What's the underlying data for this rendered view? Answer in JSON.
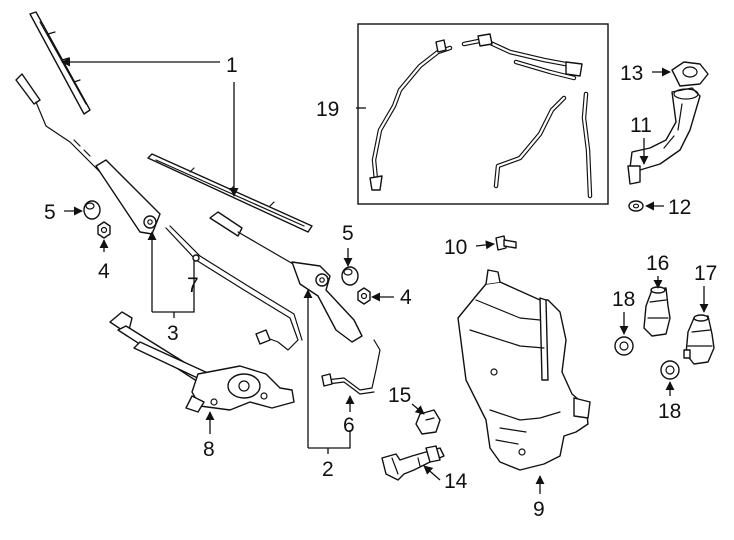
{
  "callouts": {
    "c1": "1",
    "c2": "2",
    "c3": "3",
    "c4a": "4",
    "c4b": "4",
    "c5a": "5",
    "c5b": "5",
    "c6": "6",
    "c7": "7",
    "c8": "8",
    "c9": "9",
    "c10": "10",
    "c11": "11",
    "c12": "12",
    "c13": "13",
    "c14": "14",
    "c15": "15",
    "c16": "16",
    "c17": "17",
    "c18a": "18",
    "c18b": "18",
    "c19": "19"
  }
}
